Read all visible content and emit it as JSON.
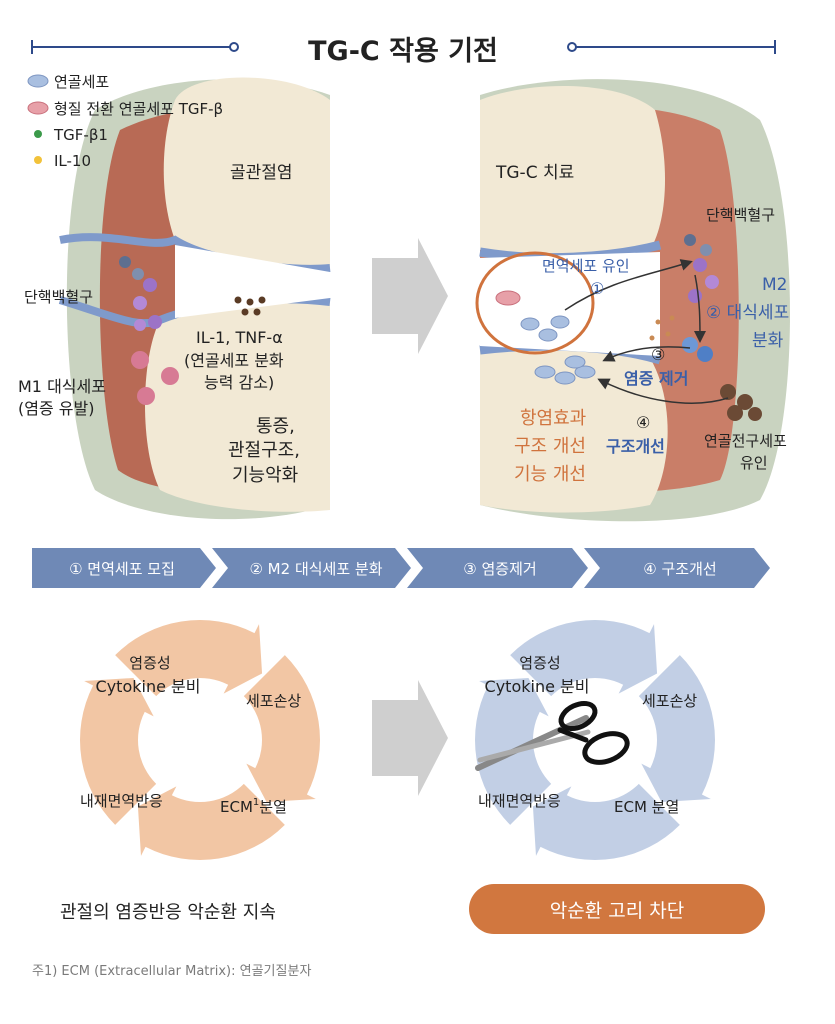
{
  "title": "TG-C 작용 기전",
  "legend": [
    {
      "label": "연골세포",
      "color": "#a9bfe0"
    },
    {
      "label": "형질 전환 연골세포 TGF-β",
      "color": "#e7a0a8"
    },
    {
      "label": "TGF-β1",
      "color": "#3b9a4a"
    },
    {
      "label": "IL-10",
      "color": "#f2c23a"
    }
  ],
  "left_panel": {
    "heading": "골관절염",
    "monocyte": "단핵백혈구",
    "m1_line1": "M1 대식세포",
    "m1_line2": "(염증 유발)",
    "cytokine_line1": "IL-1, TNF-α",
    "cytokine_line2": "(연골세포 분화",
    "cytokine_line3": "능력 감소)",
    "result_line1": "통증,",
    "result_line2": "관절구조,",
    "result_line3": "기능악화"
  },
  "right_panel": {
    "heading": "TG-C 치료",
    "monocyte": "단핵백혈구",
    "immune": "면역세포 유인",
    "num1": "①",
    "m2_line1": "M2",
    "m2_line2": "② 대식세포",
    "m2_line3": "분화",
    "num3": "③",
    "inflammation": "염증 제거",
    "num4": "④",
    "structure": "구조개선",
    "progenitor_line1": "연골전구세포",
    "progenitor_line2": "유인",
    "effect_line1": "항염효과",
    "effect_line2": "구조 개선",
    "effect_line3": "기능 개선"
  },
  "steps": [
    "① 면역세포 모집",
    "② M2 대식세포 분화",
    "③ 염증제거",
    "④ 구조개선"
  ],
  "left_cycle": {
    "top_line1": "염증성",
    "top_line2": "Cytokine 분비",
    "right": "세포손상",
    "bottom_right": "ECM",
    "bottom_right_sup": "1",
    "bottom_right_after": "분열",
    "left": "내재면역반응",
    "caption": "관절의 염증반응 악순환 지속"
  },
  "right_cycle": {
    "top_line1": "염증성",
    "top_line2": "Cytokine 분비",
    "right": "세포손상",
    "bottom_right": "ECM 분열",
    "left": "내재면역반응",
    "caption": "악순환 고리 차단"
  },
  "footnote": "주1) ECM (Extracellular Matrix): 연골기질분자",
  "colors": {
    "navy": "#2e4a8a",
    "step_bar": "#6f89b6",
    "orange_ring": "#f2c6a4",
    "blue_ring": "#c2cfe5",
    "caption_button": "#d1773f",
    "bone": "#f2e9d5",
    "synovium": "#b86a55",
    "capsule": "#c9d3c0"
  }
}
